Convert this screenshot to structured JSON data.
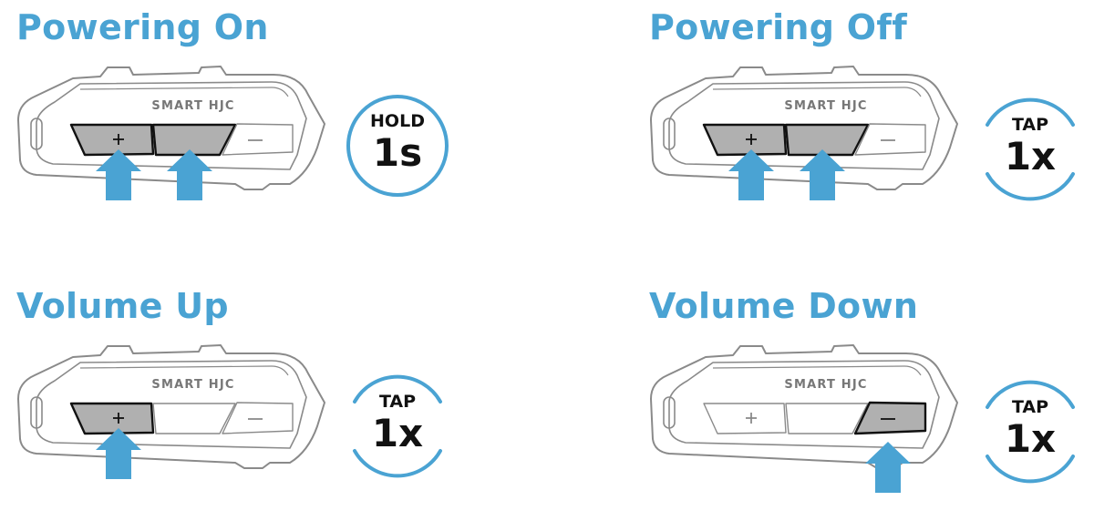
{
  "colors": {
    "accent": "#4aa3d3",
    "outline": "#8a8a8a",
    "button_pressed": "#b0b0b0"
  },
  "device_brand": "SMART HJC",
  "panels": [
    {
      "title": "Powering On",
      "pressed_buttons": [
        "plus",
        "center"
      ],
      "indicator": {
        "style": "solid-ring",
        "action": "HOLD",
        "value": "1s"
      }
    },
    {
      "title": "Powering Off",
      "pressed_buttons": [
        "plus",
        "center"
      ],
      "indicator": {
        "style": "broken-ring",
        "action": "TAP",
        "value": "1x"
      }
    },
    {
      "title": "Volume Up",
      "pressed_buttons": [
        "plus"
      ],
      "indicator": {
        "style": "broken-ring",
        "action": "TAP",
        "value": "1x"
      }
    },
    {
      "title": "Volume Down",
      "pressed_buttons": [
        "minus"
      ],
      "indicator": {
        "style": "broken-ring",
        "action": "TAP",
        "value": "1x"
      }
    }
  ]
}
